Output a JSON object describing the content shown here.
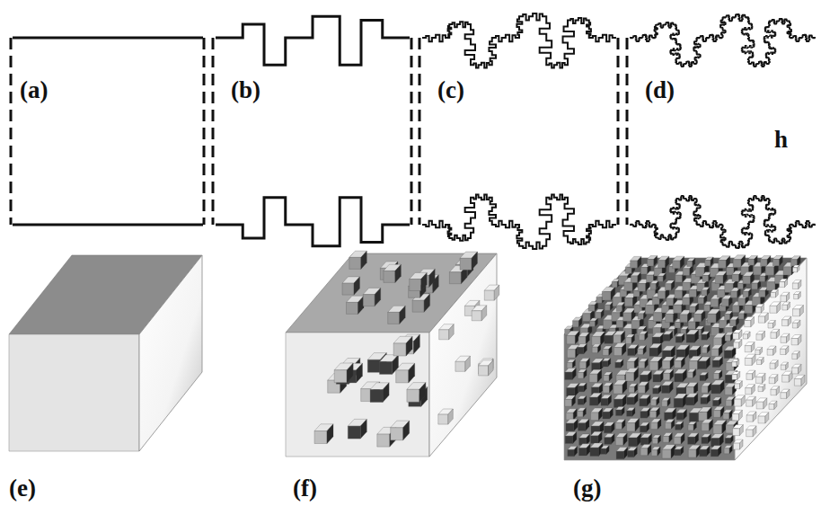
{
  "diagram": {
    "labels": [
      "(a)",
      "(b)",
      "(c)",
      "(d)",
      "h",
      "(e)",
      "(f)",
      "(g)"
    ]
  }
}
